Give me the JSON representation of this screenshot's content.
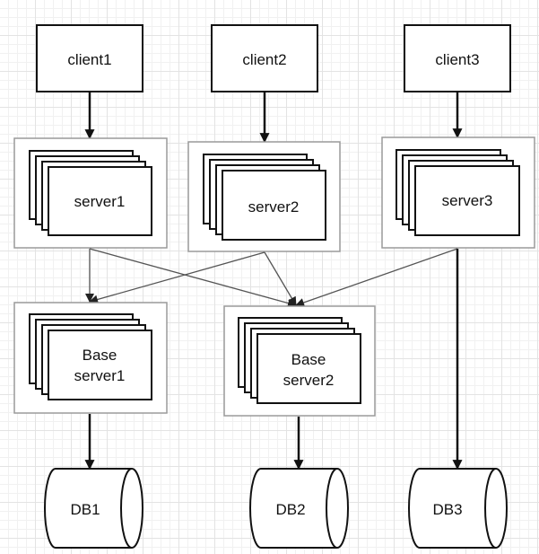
{
  "clients": [
    {
      "label": "client1"
    },
    {
      "label": "client2"
    },
    {
      "label": "client3"
    }
  ],
  "servers": [
    {
      "label": "server1"
    },
    {
      "label": "server2"
    },
    {
      "label": "server3"
    }
  ],
  "base_servers": [
    {
      "line1": "Base",
      "line2": "server1"
    },
    {
      "line1": "Base",
      "line2": "server2"
    }
  ],
  "databases": [
    {
      "label": "DB1"
    },
    {
      "label": "DB2"
    },
    {
      "label": "DB3"
    }
  ],
  "connections": [
    {
      "from": "client1",
      "to": "server1"
    },
    {
      "from": "client2",
      "to": "server2"
    },
    {
      "from": "client3",
      "to": "server3"
    },
    {
      "from": "server1",
      "to": "Base server1"
    },
    {
      "from": "server1",
      "to": "Base server2"
    },
    {
      "from": "server2",
      "to": "Base server1"
    },
    {
      "from": "server2",
      "to": "Base server2"
    },
    {
      "from": "server3",
      "to": "Base server2"
    },
    {
      "from": "server3",
      "to": "DB3"
    },
    {
      "from": "Base server1",
      "to": "DB1"
    },
    {
      "from": "Base server2",
      "to": "DB2"
    }
  ],
  "colors": {
    "stroke": "#111111",
    "group_border": "#9a9a9a",
    "connector": "#555555"
  }
}
